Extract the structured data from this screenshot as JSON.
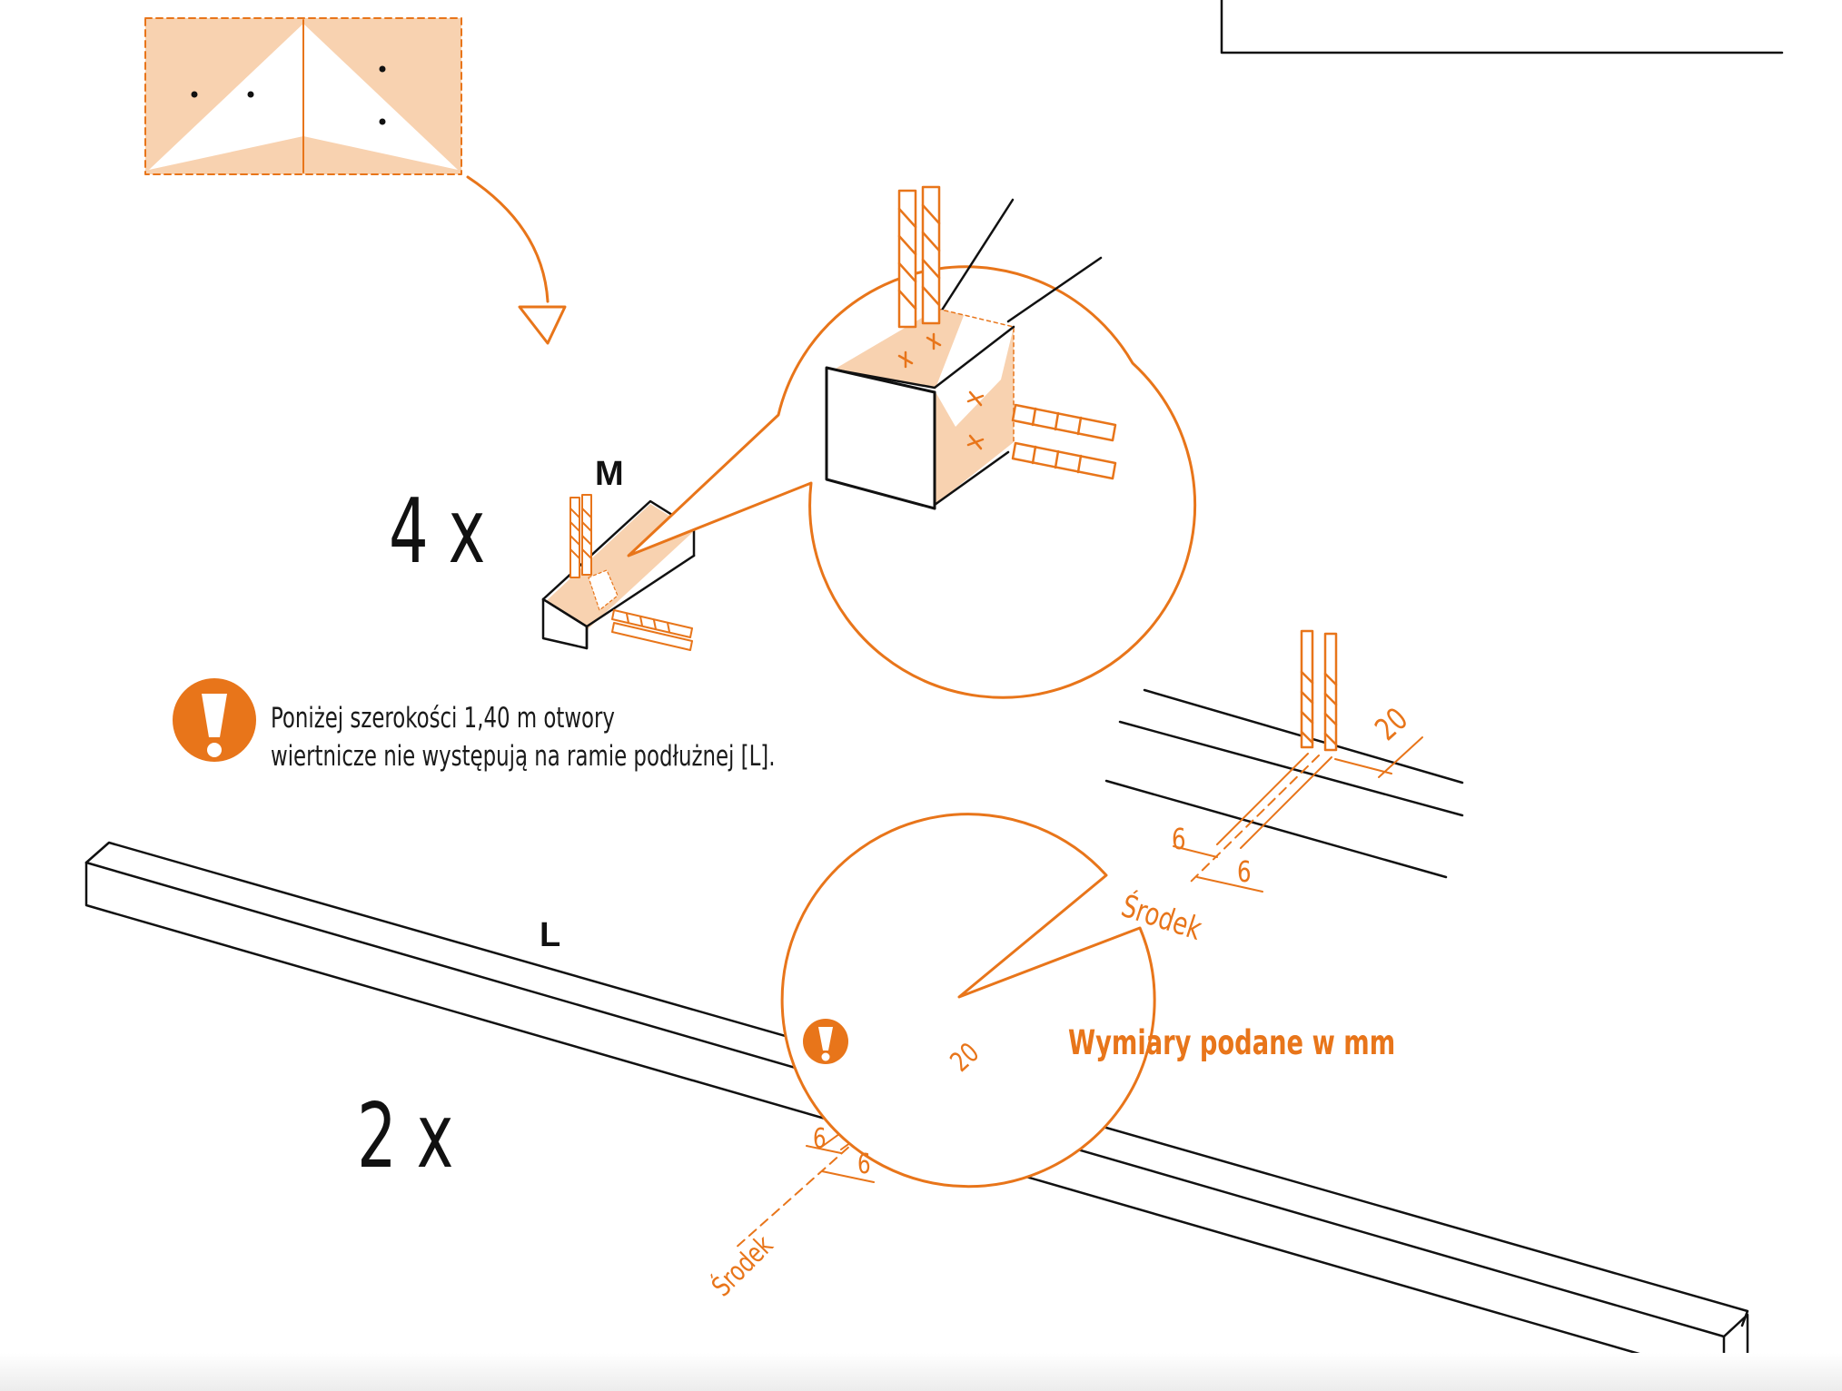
{
  "colors": {
    "accent": "#e8751a",
    "accent_fill": "#f8d2b0",
    "line": "#111111"
  },
  "icons": [
    "warning-icon",
    "drill-bit-icon",
    "curved-arrow-icon"
  ],
  "steps": {
    "end_piece": {
      "count": "4 x",
      "part_label": "M"
    },
    "long_rail": {
      "count": "2 x",
      "part_label": "L"
    }
  },
  "warning": {
    "line1": "Poniżej szerokości 1,40 m otwory",
    "line2": "wiertnicze nie występują na ramie podłużnej [L]."
  },
  "dimensions": {
    "hole_offset": "6",
    "edge_distance": "20",
    "center_label": "Środek",
    "unit_note": "Wymiary podane w mm"
  }
}
